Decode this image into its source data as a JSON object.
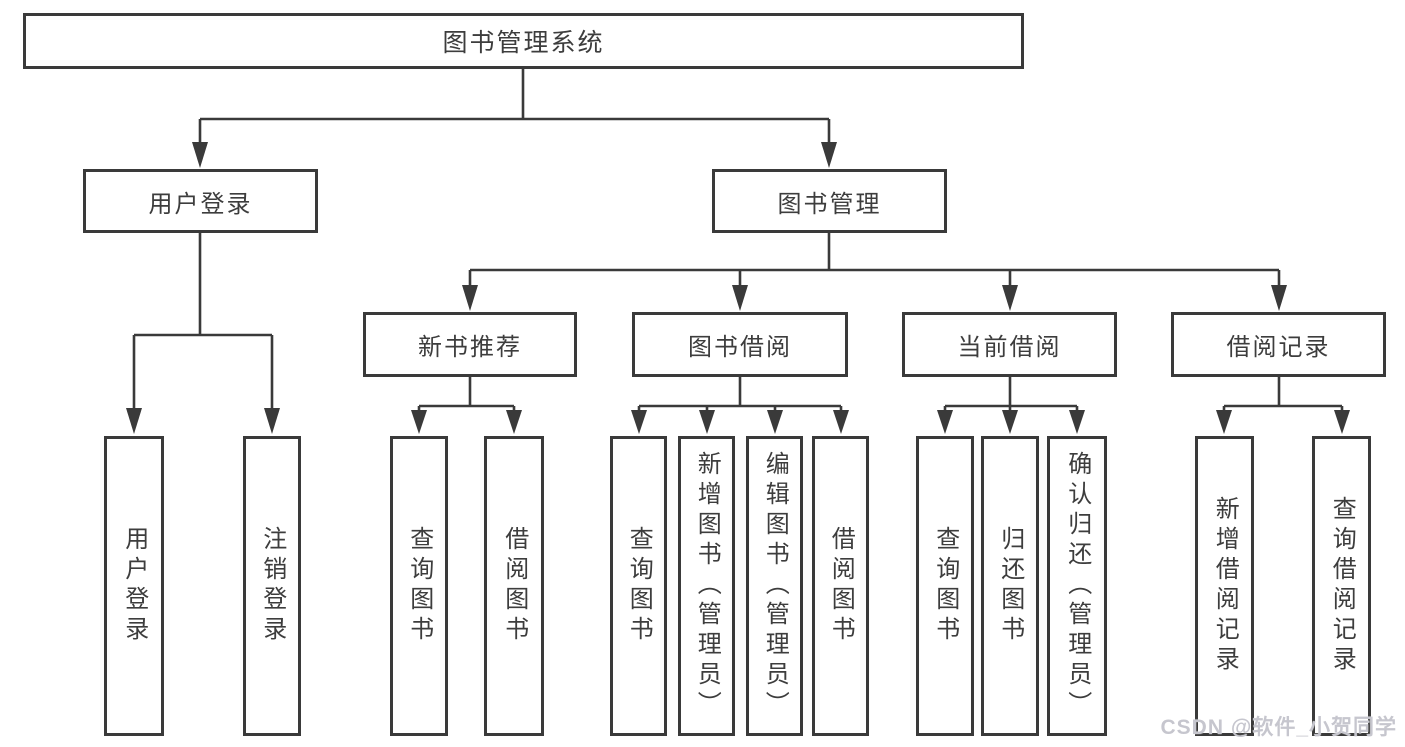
{
  "tree": {
    "root": {
      "label": "图书管理系统"
    },
    "branches": [
      {
        "label": "用户登录",
        "children": [
          {
            "label": "用户登录"
          },
          {
            "label": "注销登录"
          }
        ]
      },
      {
        "label": "图书管理",
        "children": [
          {
            "label": "新书推荐",
            "children": [
              {
                "label": "查询图书"
              },
              {
                "label": "借阅图书"
              }
            ]
          },
          {
            "label": "图书借阅",
            "children": [
              {
                "label": "查询图书"
              },
              {
                "label": "新增图书（管理员）"
              },
              {
                "label": "编辑图书（管理员）"
              },
              {
                "label": "借阅图书"
              }
            ]
          },
          {
            "label": "当前借阅",
            "children": [
              {
                "label": "查询图书"
              },
              {
                "label": "归还图书"
              },
              {
                "label": "确认归还（管理员）"
              }
            ]
          },
          {
            "label": "借阅记录",
            "children": [
              {
                "label": "新增借阅记录"
              },
              {
                "label": "查询借阅记录"
              }
            ]
          }
        ]
      }
    ]
  },
  "watermark": {
    "text": "CSDN @软件_小贺同学"
  },
  "colors": {
    "line": "#3a3a3a",
    "text": "#3d3d3d",
    "background": "#ffffff",
    "watermark": "#c6c6ce"
  }
}
